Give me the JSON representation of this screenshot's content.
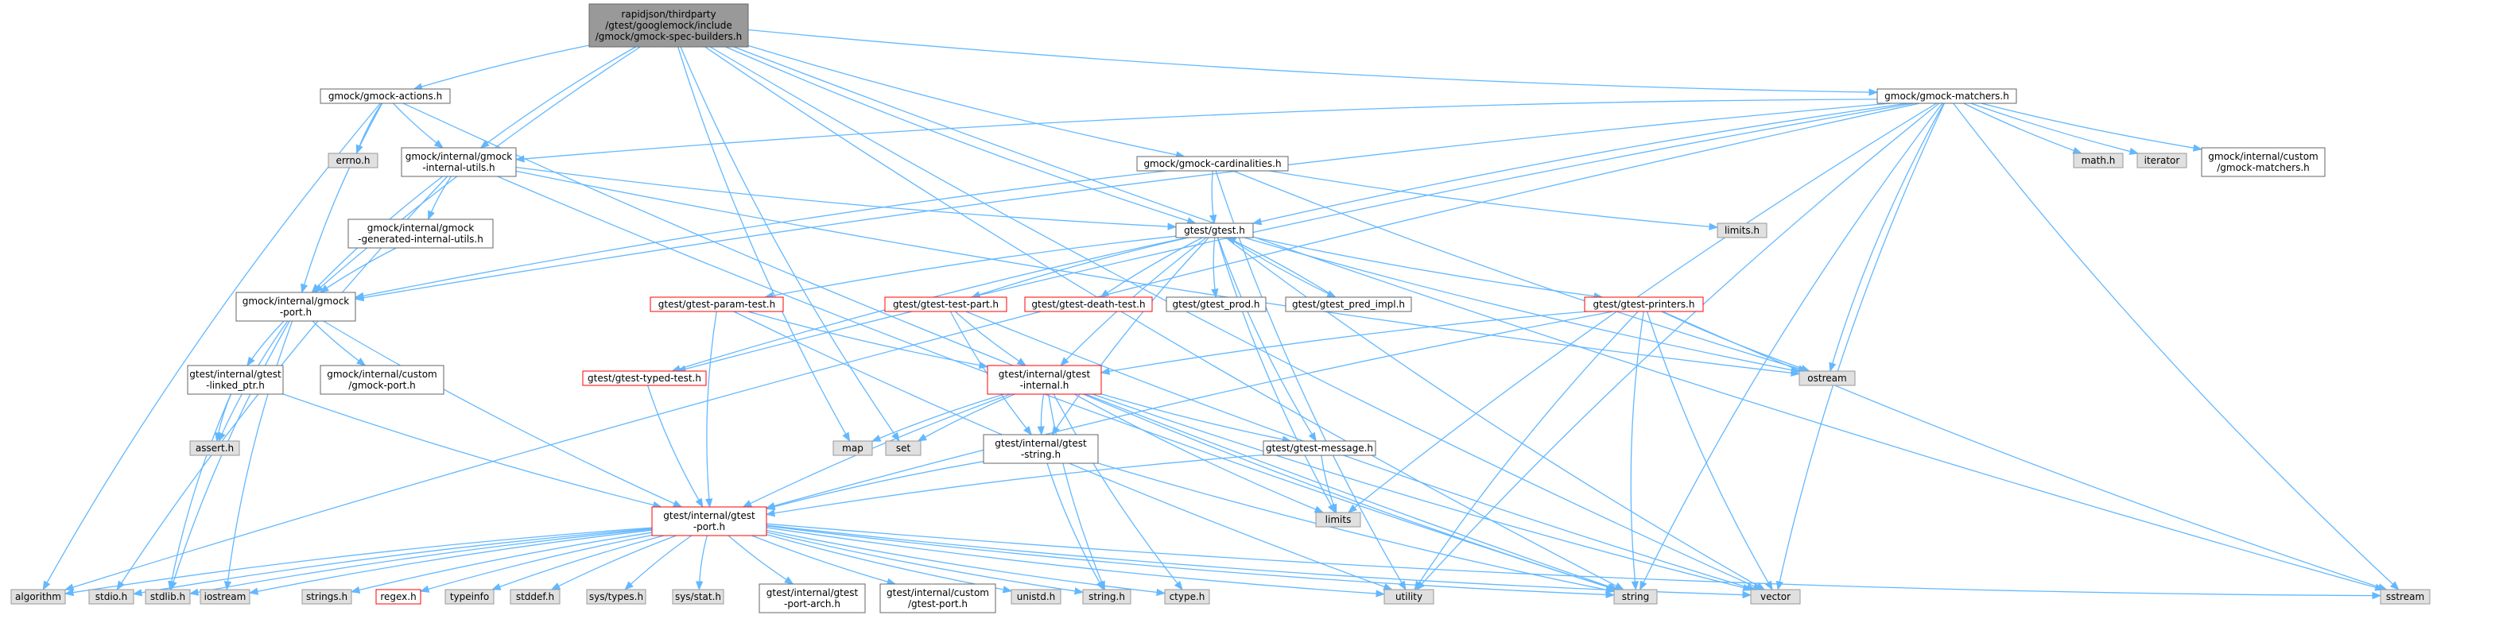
{
  "colors": {
    "edge": "#63b8ff",
    "box_white": "#ffffff",
    "box_gray": "#e0e0e0",
    "box_root": "#999999",
    "border_black": "#666666",
    "border_gray": "#999999",
    "border_red": "#ff0000"
  },
  "nodes": [
    {
      "id": "root",
      "lines": [
        "rapidjson/thirdparty",
        "/gtest/googlemock/include",
        "/gmock/gmock-spec-builders.h"
      ],
      "style": "root"
    },
    {
      "id": "actions",
      "lines": [
        "gmock/gmock-actions.h"
      ],
      "style": "white"
    },
    {
      "id": "matchers",
      "lines": [
        "gmock/gmock-matchers.h"
      ],
      "style": "white"
    },
    {
      "id": "errno",
      "lines": [
        "errno.h"
      ],
      "style": "gray"
    },
    {
      "id": "internal_utils",
      "lines": [
        "gmock/internal/gmock",
        "-internal-utils.h"
      ],
      "style": "white"
    },
    {
      "id": "cardinalities",
      "lines": [
        "gmock/gmock-cardinalities.h"
      ],
      "style": "white"
    },
    {
      "id": "math",
      "lines": [
        "math.h"
      ],
      "style": "gray"
    },
    {
      "id": "iterator",
      "lines": [
        "iterator"
      ],
      "style": "gray"
    },
    {
      "id": "custom_matchers",
      "lines": [
        "gmock/internal/custom",
        "/gmock-matchers.h"
      ],
      "style": "white"
    },
    {
      "id": "limits_h",
      "lines": [
        "limits.h"
      ],
      "style": "gray"
    },
    {
      "id": "generated",
      "lines": [
        "gmock/internal/gmock",
        "-generated-internal-utils.h"
      ],
      "style": "white"
    },
    {
      "id": "gtest",
      "lines": [
        "gtest/gtest.h"
      ],
      "style": "white"
    },
    {
      "id": "gmock_port",
      "lines": [
        "gmock/internal/gmock",
        "-port.h"
      ],
      "style": "white"
    },
    {
      "id": "param_test",
      "lines": [
        "gtest/gtest-param-test.h"
      ],
      "style": "red"
    },
    {
      "id": "test_part",
      "lines": [
        "gtest/gtest-test-part.h"
      ],
      "style": "red"
    },
    {
      "id": "death_test",
      "lines": [
        "gtest/gtest-death-test.h"
      ],
      "style": "red"
    },
    {
      "id": "gtest_prod",
      "lines": [
        "gtest/gtest_prod.h"
      ],
      "style": "white"
    },
    {
      "id": "pred_impl",
      "lines": [
        "gtest/gtest_pred_impl.h"
      ],
      "style": "white"
    },
    {
      "id": "printers",
      "lines": [
        "gtest/gtest-printers.h"
      ],
      "style": "red"
    },
    {
      "id": "ostream",
      "lines": [
        "ostream"
      ],
      "style": "gray"
    },
    {
      "id": "linked_ptr",
      "lines": [
        "gtest/internal/gtest",
        "-linked_ptr.h"
      ],
      "style": "white"
    },
    {
      "id": "custom_port",
      "lines": [
        "gmock/internal/custom",
        "/gmock-port.h"
      ],
      "style": "white"
    },
    {
      "id": "typed_test",
      "lines": [
        "gtest/gtest-typed-test.h"
      ],
      "style": "red"
    },
    {
      "id": "gtest_internal",
      "lines": [
        "gtest/internal/gtest",
        "-internal.h"
      ],
      "style": "red"
    },
    {
      "id": "assert",
      "lines": [
        "assert.h"
      ],
      "style": "gray"
    },
    {
      "id": "map",
      "lines": [
        "map"
      ],
      "style": "gray"
    },
    {
      "id": "set",
      "lines": [
        "set"
      ],
      "style": "gray"
    },
    {
      "id": "gtest_string",
      "lines": [
        "gtest/internal/gtest",
        "-string.h"
      ],
      "style": "white"
    },
    {
      "id": "message",
      "lines": [
        "gtest/gtest-message.h"
      ],
      "style": "white"
    },
    {
      "id": "limits",
      "lines": [
        "limits"
      ],
      "style": "gray"
    },
    {
      "id": "gtest_port",
      "lines": [
        "gtest/internal/gtest",
        "-port.h"
      ],
      "style": "red"
    },
    {
      "id": "algorithm",
      "lines": [
        "algorithm"
      ],
      "style": "gray"
    },
    {
      "id": "stdio",
      "lines": [
        "stdio.h"
      ],
      "style": "gray"
    },
    {
      "id": "stdlib",
      "lines": [
        "stdlib.h"
      ],
      "style": "gray"
    },
    {
      "id": "iostream",
      "lines": [
        "iostream"
      ],
      "style": "gray"
    },
    {
      "id": "strings",
      "lines": [
        "strings.h"
      ],
      "style": "gray"
    },
    {
      "id": "regex",
      "lines": [
        "regex.h"
      ],
      "style": "red"
    },
    {
      "id": "typeinfo",
      "lines": [
        "typeinfo"
      ],
      "style": "gray"
    },
    {
      "id": "stddef",
      "lines": [
        "stddef.h"
      ],
      "style": "gray"
    },
    {
      "id": "sys_types",
      "lines": [
        "sys/types.h"
      ],
      "style": "gray"
    },
    {
      "id": "sys_stat",
      "lines": [
        "sys/stat.h"
      ],
      "style": "gray"
    },
    {
      "id": "port_arch",
      "lines": [
        "gtest/internal/gtest",
        "-port-arch.h"
      ],
      "style": "white"
    },
    {
      "id": "custom_gtest_port",
      "lines": [
        "gtest/internal/custom",
        "/gtest-port.h"
      ],
      "style": "white"
    },
    {
      "id": "unistd",
      "lines": [
        "unistd.h"
      ],
      "style": "gray"
    },
    {
      "id": "string_h",
      "lines": [
        "string.h"
      ],
      "style": "gray"
    },
    {
      "id": "ctype",
      "lines": [
        "ctype.h"
      ],
      "style": "gray"
    },
    {
      "id": "utility",
      "lines": [
        "utility"
      ],
      "style": "gray"
    },
    {
      "id": "string",
      "lines": [
        "string"
      ],
      "style": "gray"
    },
    {
      "id": "vector",
      "lines": [
        "vector"
      ],
      "style": "gray"
    },
    {
      "id": "sstream",
      "lines": [
        "sstream"
      ],
      "style": "gray"
    }
  ],
  "edges": [
    [
      "root",
      "actions"
    ],
    [
      "root",
      "matchers"
    ],
    [
      "root",
      "internal_utils"
    ],
    [
      "root",
      "cardinalities"
    ],
    [
      "root",
      "gtest"
    ],
    [
      "root",
      "gmock_port"
    ],
    [
      "root",
      "map"
    ],
    [
      "root",
      "set"
    ],
    [
      "root",
      "vector"
    ],
    [
      "root",
      "string"
    ],
    [
      "root",
      "sstream"
    ],
    [
      "actions",
      "algorithm"
    ],
    [
      "actions",
      "errno"
    ],
    [
      "actions",
      "internal_utils"
    ],
    [
      "actions",
      "gmock_port"
    ],
    [
      "actions",
      "string"
    ],
    [
      "matchers",
      "internal_utils"
    ],
    [
      "matchers",
      "gtest"
    ],
    [
      "matchers",
      "math"
    ],
    [
      "matchers",
      "iterator"
    ],
    [
      "matchers",
      "custom_matchers"
    ],
    [
      "matchers",
      "ostream"
    ],
    [
      "matchers",
      "gmock_port"
    ],
    [
      "matchers",
      "algorithm"
    ],
    [
      "matchers",
      "limits"
    ],
    [
      "matchers",
      "utility"
    ],
    [
      "matchers",
      "string"
    ],
    [
      "matchers",
      "vector"
    ],
    [
      "matchers",
      "sstream"
    ],
    [
      "matchers",
      "typed_test"
    ],
    [
      "internal_utils",
      "generated"
    ],
    [
      "internal_utils",
      "gmock_port"
    ],
    [
      "internal_utils",
      "gtest"
    ],
    [
      "internal_utils",
      "stdio"
    ],
    [
      "internal_utils",
      "ostream"
    ],
    [
      "internal_utils",
      "string"
    ],
    [
      "cardinalities",
      "limits_h"
    ],
    [
      "cardinalities",
      "gtest"
    ],
    [
      "cardinalities",
      "ostream"
    ],
    [
      "cardinalities",
      "gmock_port"
    ],
    [
      "cardinalities",
      "utility"
    ],
    [
      "generated",
      "gmock_port"
    ],
    [
      "gmock_port",
      "linked_ptr"
    ],
    [
      "gmock_port",
      "custom_port"
    ],
    [
      "gmock_port",
      "assert"
    ],
    [
      "gmock_port",
      "stdlib"
    ],
    [
      "gmock_port",
      "iostream"
    ],
    [
      "gmock_port",
      "gtest_port"
    ],
    [
      "linked_ptr",
      "assert"
    ],
    [
      "linked_ptr",
      "stdlib"
    ],
    [
      "linked_ptr",
      "gtest_port"
    ],
    [
      "gtest",
      "param_test"
    ],
    [
      "gtest",
      "test_part"
    ],
    [
      "gtest",
      "death_test"
    ],
    [
      "gtest",
      "gtest_prod"
    ],
    [
      "gtest",
      "pred_impl"
    ],
    [
      "gtest",
      "printers"
    ],
    [
      "gtest",
      "typed_test"
    ],
    [
      "gtest",
      "gtest_internal"
    ],
    [
      "gtest",
      "gtest_string"
    ],
    [
      "gtest",
      "message"
    ],
    [
      "gtest",
      "ostream"
    ],
    [
      "gtest",
      "limits"
    ],
    [
      "gtest",
      "vector"
    ],
    [
      "pred_impl",
      "gtest"
    ],
    [
      "param_test",
      "gtest_internal"
    ],
    [
      "param_test",
      "gtest_port"
    ],
    [
      "param_test",
      "utility"
    ],
    [
      "test_part",
      "gtest_internal"
    ],
    [
      "test_part",
      "gtest_string"
    ],
    [
      "test_part",
      "vector"
    ],
    [
      "printers",
      "gtest_internal"
    ],
    [
      "printers",
      "gtest_port"
    ],
    [
      "printers",
      "ostream"
    ],
    [
      "printers",
      "sstream"
    ],
    [
      "printers",
      "string"
    ],
    [
      "printers",
      "utility"
    ],
    [
      "printers",
      "vector"
    ],
    [
      "typed_test",
      "gtest_port"
    ],
    [
      "gtest_internal",
      "gtest_port"
    ],
    [
      "gtest_internal",
      "message"
    ],
    [
      "gtest_internal",
      "gtest_string"
    ],
    [
      "gtest_internal",
      "map"
    ],
    [
      "gtest_internal",
      "set"
    ],
    [
      "gtest_internal",
      "limits"
    ],
    [
      "gtest_internal",
      "string"
    ],
    [
      "gtest_internal",
      "vector"
    ],
    [
      "gtest_internal",
      "ctype"
    ],
    [
      "gtest_internal",
      "string_h"
    ],
    [
      "gtest_string",
      "gtest_port"
    ],
    [
      "gtest_string",
      "string_h"
    ],
    [
      "gtest_string",
      "string"
    ],
    [
      "message",
      "gtest_port"
    ],
    [
      "message",
      "limits"
    ],
    [
      "gtest_port",
      "algorithm"
    ],
    [
      "gtest_port",
      "stdio"
    ],
    [
      "gtest_port",
      "stdlib"
    ],
    [
      "gtest_port",
      "iostream"
    ],
    [
      "gtest_port",
      "strings"
    ],
    [
      "gtest_port",
      "regex"
    ],
    [
      "gtest_port",
      "typeinfo"
    ],
    [
      "gtest_port",
      "stddef"
    ],
    [
      "gtest_port",
      "sys_types"
    ],
    [
      "gtest_port",
      "sys_stat"
    ],
    [
      "gtest_port",
      "port_arch"
    ],
    [
      "gtest_port",
      "custom_gtest_port"
    ],
    [
      "gtest_port",
      "unistd"
    ],
    [
      "gtest_port",
      "string_h"
    ],
    [
      "gtest_port",
      "ctype"
    ],
    [
      "gtest_port",
      "utility"
    ],
    [
      "gtest_port",
      "string"
    ],
    [
      "gtest_port",
      "vector"
    ],
    [
      "gtest_port",
      "sstream"
    ]
  ]
}
